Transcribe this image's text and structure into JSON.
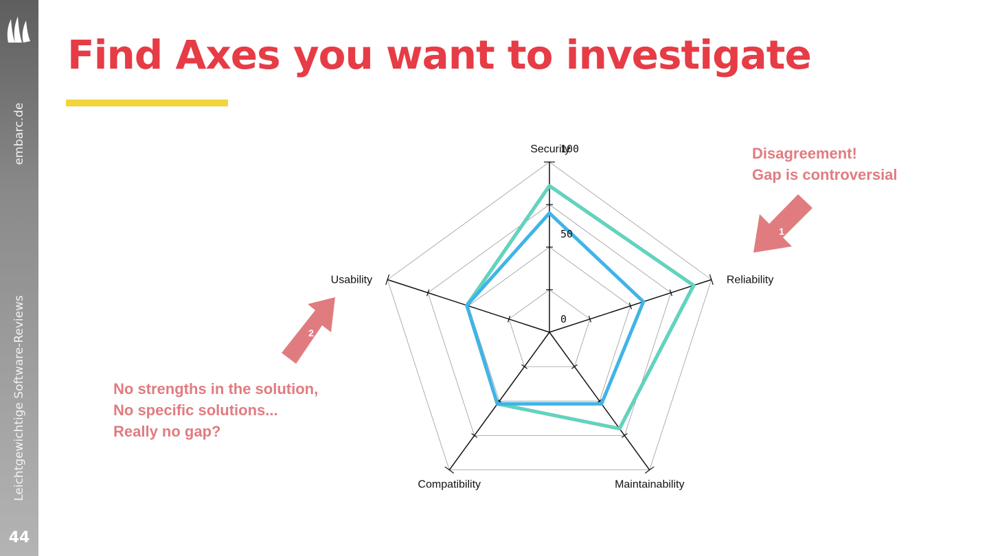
{
  "slide": {
    "title": "Find Axes you want to investigate",
    "page_number": "44",
    "sidebar_site": "embarc.de",
    "sidebar_subtitle": "Leichtgewichtige Software-Reviews",
    "accent_color": "#e63c46",
    "underline_color": "#f2d43c"
  },
  "annotations": {
    "top_right": {
      "lines": [
        "Disagreement!",
        "Gap is controversial"
      ],
      "marker": "1"
    },
    "left": {
      "lines": [
        "No strengths in the solution,",
        "No specific solutions...",
        "Really no gap?"
      ],
      "marker": "2"
    },
    "color": "#e07c80"
  },
  "chart_data": {
    "type": "radar",
    "axes": [
      "Security",
      "Reliability",
      "Maintainability",
      "Compatibility",
      "Usability"
    ],
    "range": [
      0,
      100
    ],
    "tick_labels": [
      "0",
      "50",
      "100"
    ],
    "series": [
      {
        "color": "#e04a3c",
        "values": [
          86,
          89,
          70,
          52,
          51
        ]
      },
      {
        "color": "#5dd6c0",
        "values": [
          86,
          89,
          70,
          52,
          51
        ]
      },
      {
        "color": "#40b4e8",
        "values": [
          70,
          58,
          52,
          52,
          51
        ]
      }
    ]
  }
}
